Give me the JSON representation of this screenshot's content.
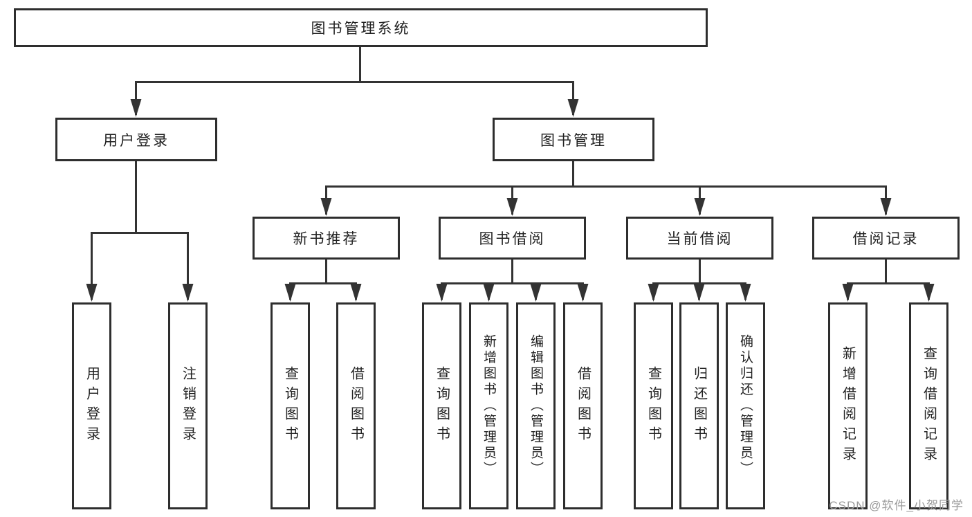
{
  "diagram": {
    "root": {
      "label": "图书管理系统"
    },
    "level1": [
      {
        "label": "用户登录",
        "children": [
          {
            "label": "用户登录"
          },
          {
            "label": "注销登录"
          }
        ]
      },
      {
        "label": "图书管理",
        "children": [
          {
            "label": "新书推荐",
            "children": [
              {
                "label": "查询图书"
              },
              {
                "label": "借阅图书"
              }
            ]
          },
          {
            "label": "图书借阅",
            "children": [
              {
                "label": "查询图书"
              },
              {
                "label": "新增图书（管理员）"
              },
              {
                "label": "编辑图书（管理员）"
              },
              {
                "label": "借阅图书"
              }
            ]
          },
          {
            "label": "当前借阅",
            "children": [
              {
                "label": "查询图书"
              },
              {
                "label": "归还图书"
              },
              {
                "label": "确认归还（管理员）"
              }
            ]
          },
          {
            "label": "借阅记录",
            "children": [
              {
                "label": "新增借阅记录"
              },
              {
                "label": "查询借阅记录"
              }
            ]
          }
        ]
      }
    ]
  },
  "watermark": {
    "text": "CSDN @软件_小贺同学"
  },
  "colors": {
    "line": "#333333",
    "box_border": "#2e2e2e",
    "text": "#222222",
    "watermark": "#9b9b9b",
    "background": "#ffffff"
  }
}
